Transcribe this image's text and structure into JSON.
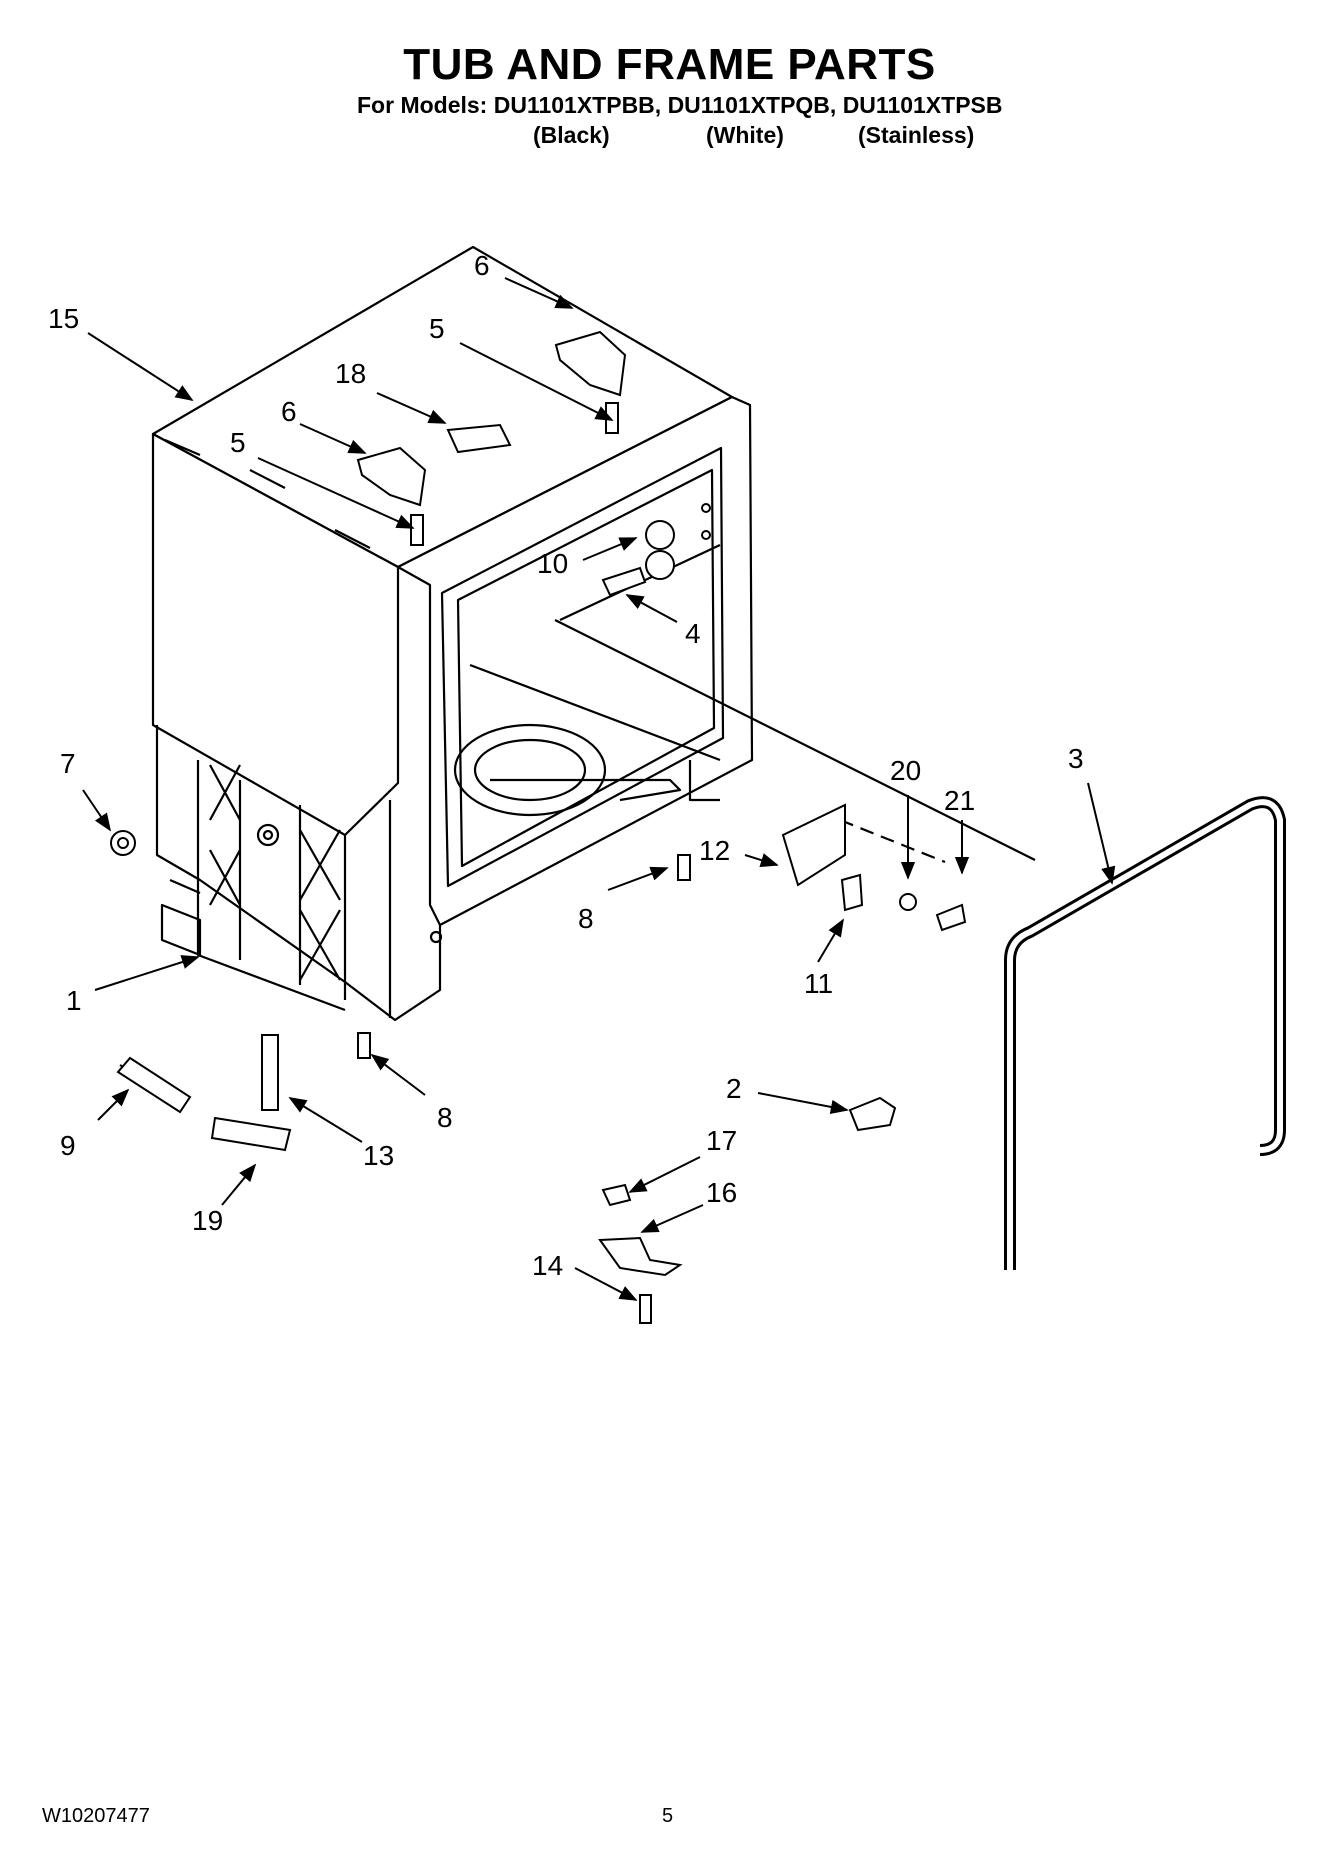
{
  "title": "TUB AND FRAME PARTS",
  "models_line": "For Models: DU1101XTPBB, DU1101XTPQB, DU1101XTPSB",
  "finishes": [
    "(Black)",
    "(White)",
    "(Stainless)"
  ],
  "callouts": {
    "c1": "1",
    "c2": "2",
    "c3": "3",
    "c4": "4",
    "c5a": "5",
    "c5b": "5",
    "c6a": "6",
    "c6b": "6",
    "c7": "7",
    "c8a": "8",
    "c8b": "8",
    "c9": "9",
    "c10": "10",
    "c11": "11",
    "c12": "12",
    "c13": "13",
    "c14": "14",
    "c15": "15",
    "c16": "16",
    "c17": "17",
    "c18": "18",
    "c19": "19",
    "c20": "20",
    "c21": "21"
  },
  "footer": {
    "doc_number": "W10207477",
    "page_number": "5"
  }
}
